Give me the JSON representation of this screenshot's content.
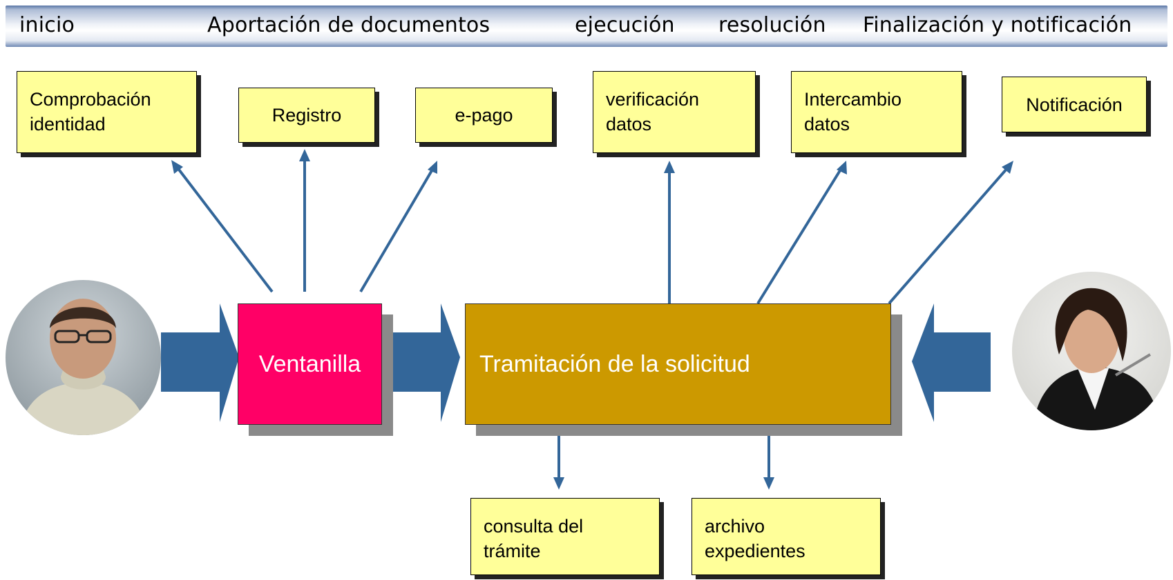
{
  "phases": {
    "inicio": "inicio",
    "aportacion": "Aportación de documentos",
    "ejecucion": "ejecución",
    "resolucion": "resolución",
    "finalizacion": "Finalización y notificación"
  },
  "boxes": {
    "comprobacion": [
      "Comprobación",
      "identidad"
    ],
    "registro": "Registro",
    "epago": "e-pago",
    "verificacion": [
      "verificación",
      "datos"
    ],
    "intercambio": [
      "Intercambio",
      "datos"
    ],
    "notificacion": "Notificación",
    "consulta": [
      "consulta del",
      "trámite"
    ],
    "archivo": [
      "archivo",
      "expedientes"
    ]
  },
  "main": {
    "ventanilla": "Ventanilla",
    "tramitacion": "Tramitación de la solicitud"
  },
  "colors": {
    "ventanilla": "#ff0066",
    "tramitacion": "#cc9900",
    "box_fill": "#ffff99",
    "arrow": "#336699",
    "header_band": "#5a76a6"
  }
}
